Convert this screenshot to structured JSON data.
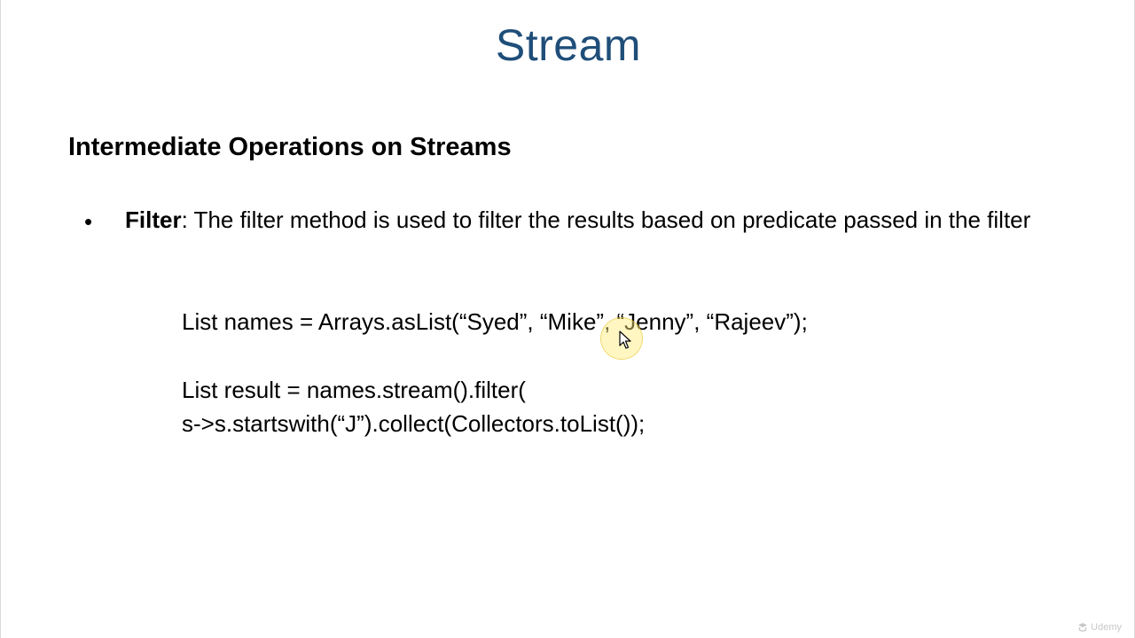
{
  "slide": {
    "title": "Stream",
    "subheading": "Intermediate Operations on Streams",
    "bullet": {
      "term": "Filter",
      "text": ": The filter method is used to filter the results based on predicate passed in the filter"
    },
    "code": {
      "line1": "List names = Arrays.asList(“Syed”, “Mike”, “Jenny”, “Rajeev”);",
      "line2": "List result = names.stream().filter(",
      "line3": "s->s.startswith(“J”).collect(Collectors.toList());"
    }
  },
  "watermark": {
    "text": "Udemy",
    "icon": "udemy-logo-icon"
  },
  "colors": {
    "title": "#1f4e79",
    "cursor_halo": "#ffec78"
  }
}
